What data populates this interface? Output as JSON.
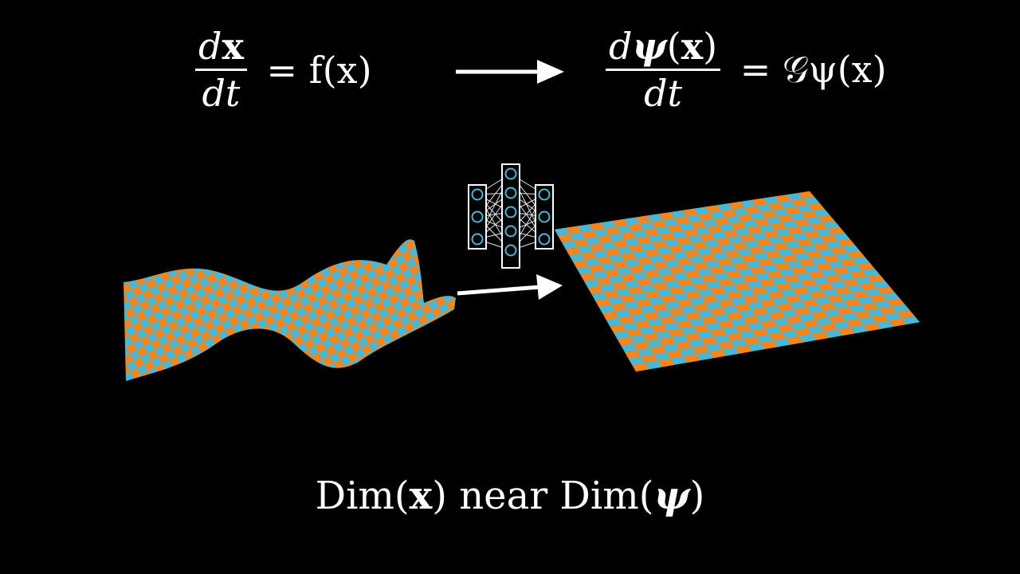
{
  "equation_left": {
    "numerator": "dx",
    "denominator": "dt",
    "rhs": " = f(x)"
  },
  "equation_right": {
    "numerator": "dψ(x)",
    "denominator": "dt",
    "rhs": " = 𝒢ψ(x)"
  },
  "caption": {
    "part1": "Dim(",
    "var1": "x",
    "part2": ") near Dim(",
    "var2": "ψ",
    "part3": ")"
  },
  "colors": {
    "background": "#000000",
    "orange": "#f5861f",
    "cyan": "#4ab8d4",
    "white": "#ffffff"
  },
  "icons": [
    "right-arrow-icon",
    "neural-network-icon"
  ]
}
